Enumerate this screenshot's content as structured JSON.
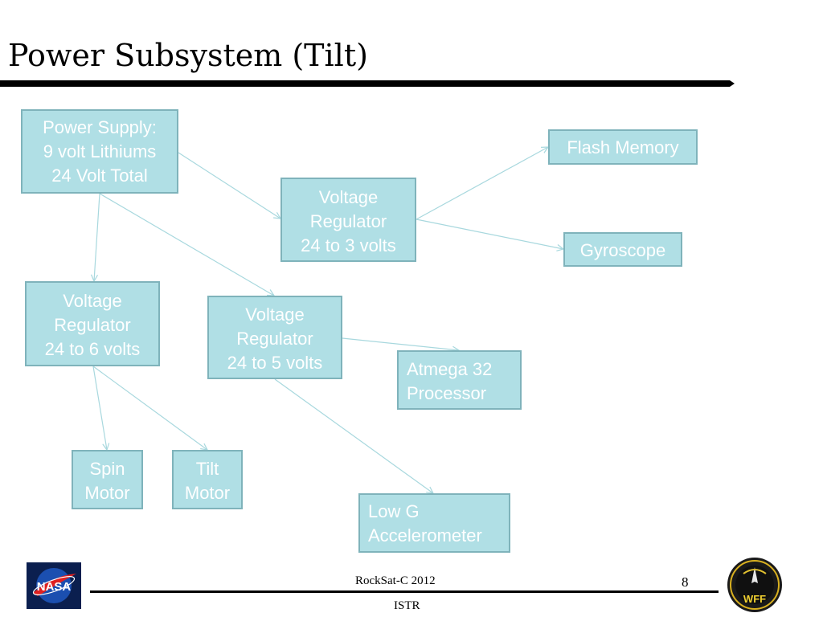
{
  "slide": {
    "title": "Power Subsystem (Tilt)"
  },
  "nodes": {
    "power_supply": "Power Supply:\n9 volt Lithiums\n24 Volt Total",
    "vreg_3v": "Voltage\nRegulator\n24 to 3 volts",
    "flash_memory": "Flash Memory",
    "gyroscope": "Gyroscope",
    "vreg_6v": "Voltage\nRegulator\n24 to 6 volts",
    "vreg_5v": "Voltage\nRegulator\n24 to 5 volts",
    "atmega": "Atmega 32\nProcessor",
    "spin_motor": "Spin\nMotor",
    "tilt_motor": "Tilt\nMotor",
    "accelerometer": "Low G\nAccelerometer"
  },
  "footer": {
    "center_top": "RockSat-C 2012",
    "center_bottom": "ISTR",
    "page_number": "8",
    "nasa_logo_text": "NASA",
    "wff_logo_text": "WFF"
  },
  "colors": {
    "node_fill": "#b0dfe5",
    "node_border": "#7fb3bb",
    "connector": "#a8d8de"
  }
}
